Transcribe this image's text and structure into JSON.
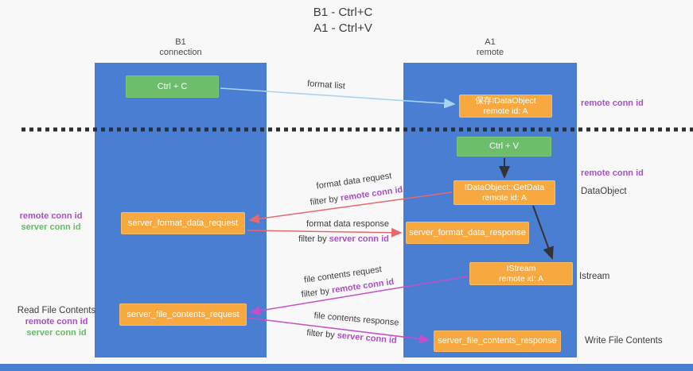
{
  "title": {
    "line1": "B1 - Ctrl+C",
    "line2": "A1 - Ctrl+V"
  },
  "columns": {
    "left": {
      "name": "B1",
      "subtitle": "connection"
    },
    "right": {
      "name": "A1",
      "subtitle": "remote"
    }
  },
  "boxes": {
    "ctrl_c": "Ctrl + C",
    "ctrl_v": "Ctrl + V",
    "save_dataobject": {
      "line1": "保存IDataObject",
      "line2": "remote id: A"
    },
    "getdata": {
      "line1": "IDataObject::GetData",
      "line2": "remote id: A"
    },
    "istream": {
      "line1": "IStream",
      "line2": "remote id: A"
    },
    "format_request": "server_format_data_request",
    "format_response": "server_format_data_response",
    "file_request": "server_file_contents_request",
    "file_response": "server_file_contents_response"
  },
  "arrow_labels": {
    "format_list": "format list",
    "format_data_request": "format data request",
    "format_data_response": "format data response",
    "file_contents_request": "file contents request",
    "file_contents_response": "file contents response",
    "filter_by": "filter by "
  },
  "side_labels": {
    "remote_conn_id": "remote conn id",
    "server_conn_id": "server conn id",
    "dataobject": "DataObject",
    "istream": "Istream",
    "read_file_contents": "Read File Contents",
    "write_file_contents": "Write File Contents"
  },
  "colors": {
    "blue": "#4a7ed3",
    "green": "#6dbe6b",
    "orange": "#f7a940",
    "red": "#e8696b",
    "magenta": "#c44fc9",
    "lightblue": "#a8d4f2",
    "purpletext": "#a94fc4",
    "greentext": "#64bb66"
  }
}
